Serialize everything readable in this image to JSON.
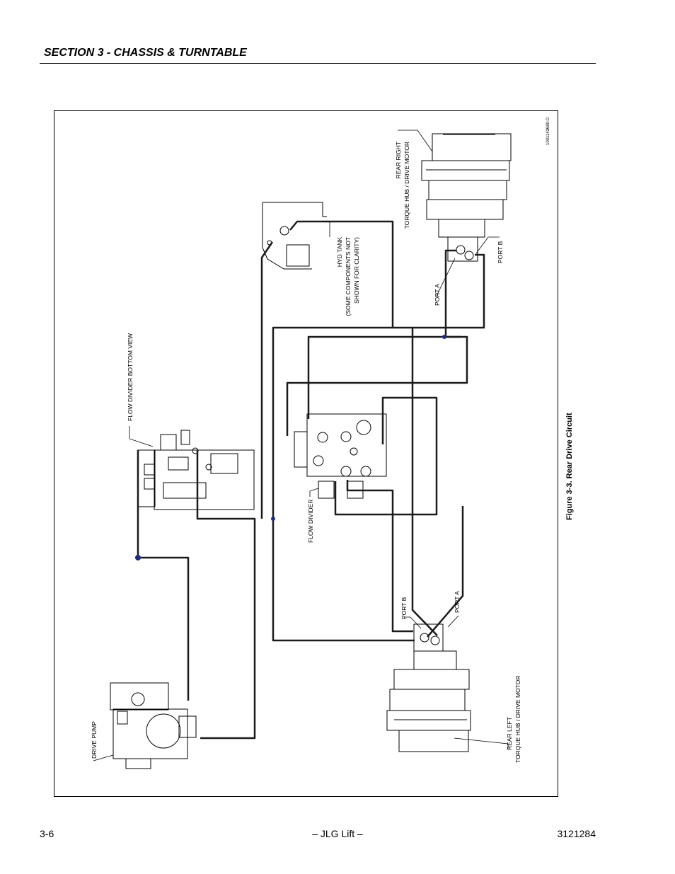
{
  "header": {
    "section_title": "SECTION 3 - CHASSIS & TURNTABLE"
  },
  "figure": {
    "caption": "Figure 3-3.  Rear Drive Circuit",
    "drawing_number": "1001143680-D",
    "labels": {
      "rear_right_line1": "REAR RIGHT",
      "rear_right_line2": "TORQUE HUB / DRIVE MOTOR",
      "hyd_tank_line1": "HYD TANK",
      "hyd_tank_line2": "(SOME COMPONENTS NOT",
      "hyd_tank_line3": "SHOWN FOR CLARITY)",
      "port_b_right": "PORT B",
      "port_a_right": "PORT A",
      "flow_divider_bottom_view": "FLOW DIVIDER BOTTOM VIEW",
      "flow_divider": "FLOW DIVIDER",
      "port_b_left": "PORT B",
      "port_a_left": "PORT A",
      "rear_left_line1": "REAR LEFT",
      "rear_left_line2": "TORQUE HUB / DRIVE MOTOR",
      "drive_pump": "DRIVE PUMP"
    }
  },
  "footer": {
    "page_number": "3-6",
    "center": "– JLG Lift –",
    "doc_number": "3121284"
  }
}
